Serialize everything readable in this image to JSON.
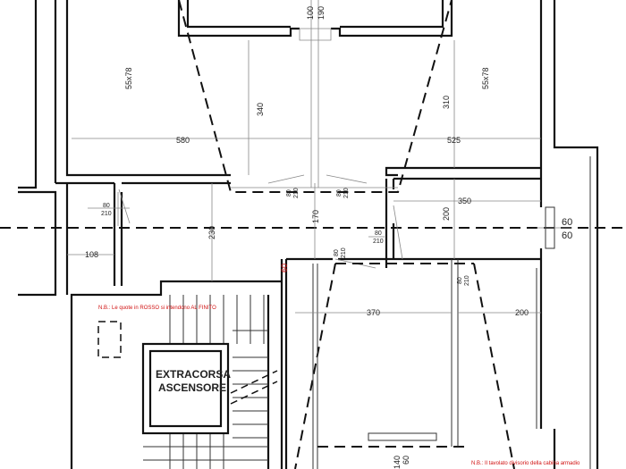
{
  "dimensions": {
    "top_opening_a": "100",
    "top_opening_b": "190",
    "box_left": "55x78",
    "box_right": "55x78",
    "height_left_340": "340",
    "height_right_310": "310",
    "width_left_580": "580",
    "width_right_525": "525",
    "door_top_left_w": "80",
    "door_top_left_h": "210",
    "door_top_right_w": "80",
    "door_top_right_h": "210",
    "door_left_w": "80",
    "door_left_h": "210",
    "corridor_170": "170",
    "corridor_230": "230",
    "left_108": "108",
    "door_center_w": "80",
    "door_center_h": "210",
    "door_low_w": "80",
    "door_low_h": "210",
    "door_right_w": "80",
    "door_right_h": "210",
    "right_350": "350",
    "right_200": "200",
    "edge_60_top": "60",
    "edge_60_bottom": "60",
    "red_60": "60",
    "low_370": "370",
    "low_200": "200",
    "bottom_140": "140",
    "bottom_60": "60"
  },
  "notes": {
    "red_note_stairs": "N.B.: Le quote in ROSSO si intendono AL FINITO",
    "red_note_bottom": "N.B.: Il tavolato divisorio della cabina armadio"
  },
  "labels": {
    "elevator_line1": "EXTRACORSA",
    "elevator_line2": "ASCENSORE"
  },
  "colors": {
    "lines": "#111111",
    "annotation_red": "#d01010"
  }
}
